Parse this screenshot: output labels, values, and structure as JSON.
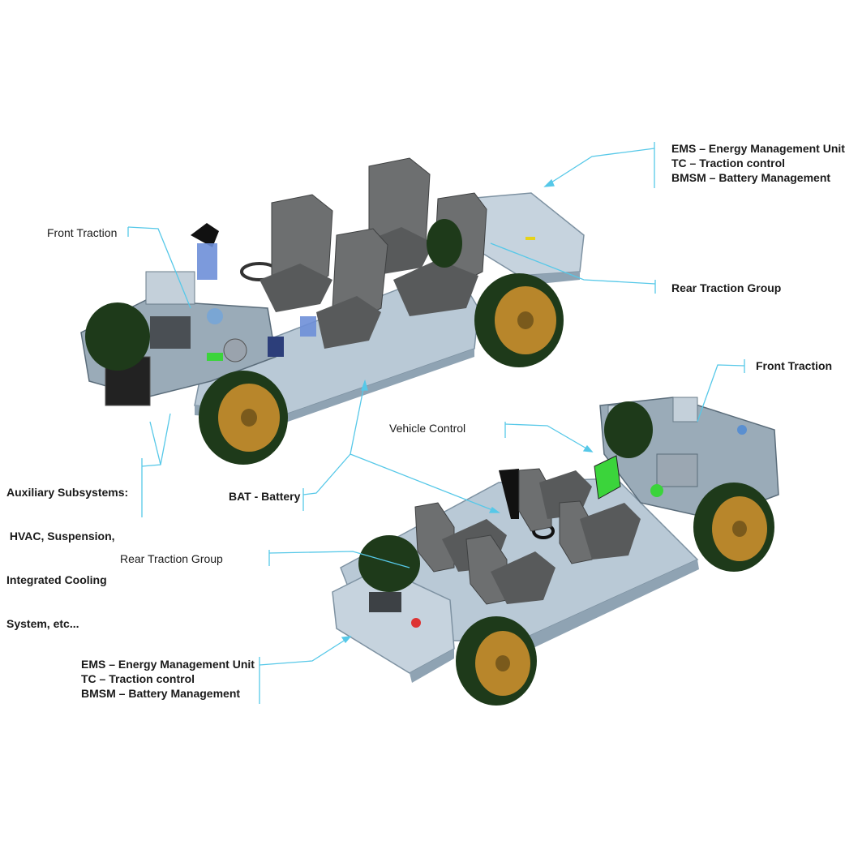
{
  "colors": {
    "leader": "#56c8e8",
    "chassis": "#b9c9d6",
    "chassis_dark": "#8fa3b3",
    "seat": "#6d6f70",
    "seat_dark": "#4a4c4d",
    "tire": "#1e3a1a",
    "rim": "#b8862b",
    "accent_green": "#3bd43b"
  },
  "labels": {
    "ems_top": [
      "EMS – Energy Management Unit",
      "TC – Traction control",
      "BMSM – Battery Management"
    ],
    "front_traction_left": "Front Traction",
    "rear_traction_top": "Rear Traction Group",
    "front_traction_right": "Front Traction",
    "vehicle_control": "Vehicle Control",
    "auxiliary": [
      "Auxiliary Subsystems:",
      " HVAC, Suspension,",
      "Integrated Cooling",
      "System, etc..."
    ],
    "battery": "BAT - Battery",
    "rear_traction_bottom": "Rear Traction Group",
    "ems_bottom": [
      "EMS – Energy Management Unit",
      "TC – Traction control",
      "BMSM – Battery Management"
    ]
  }
}
